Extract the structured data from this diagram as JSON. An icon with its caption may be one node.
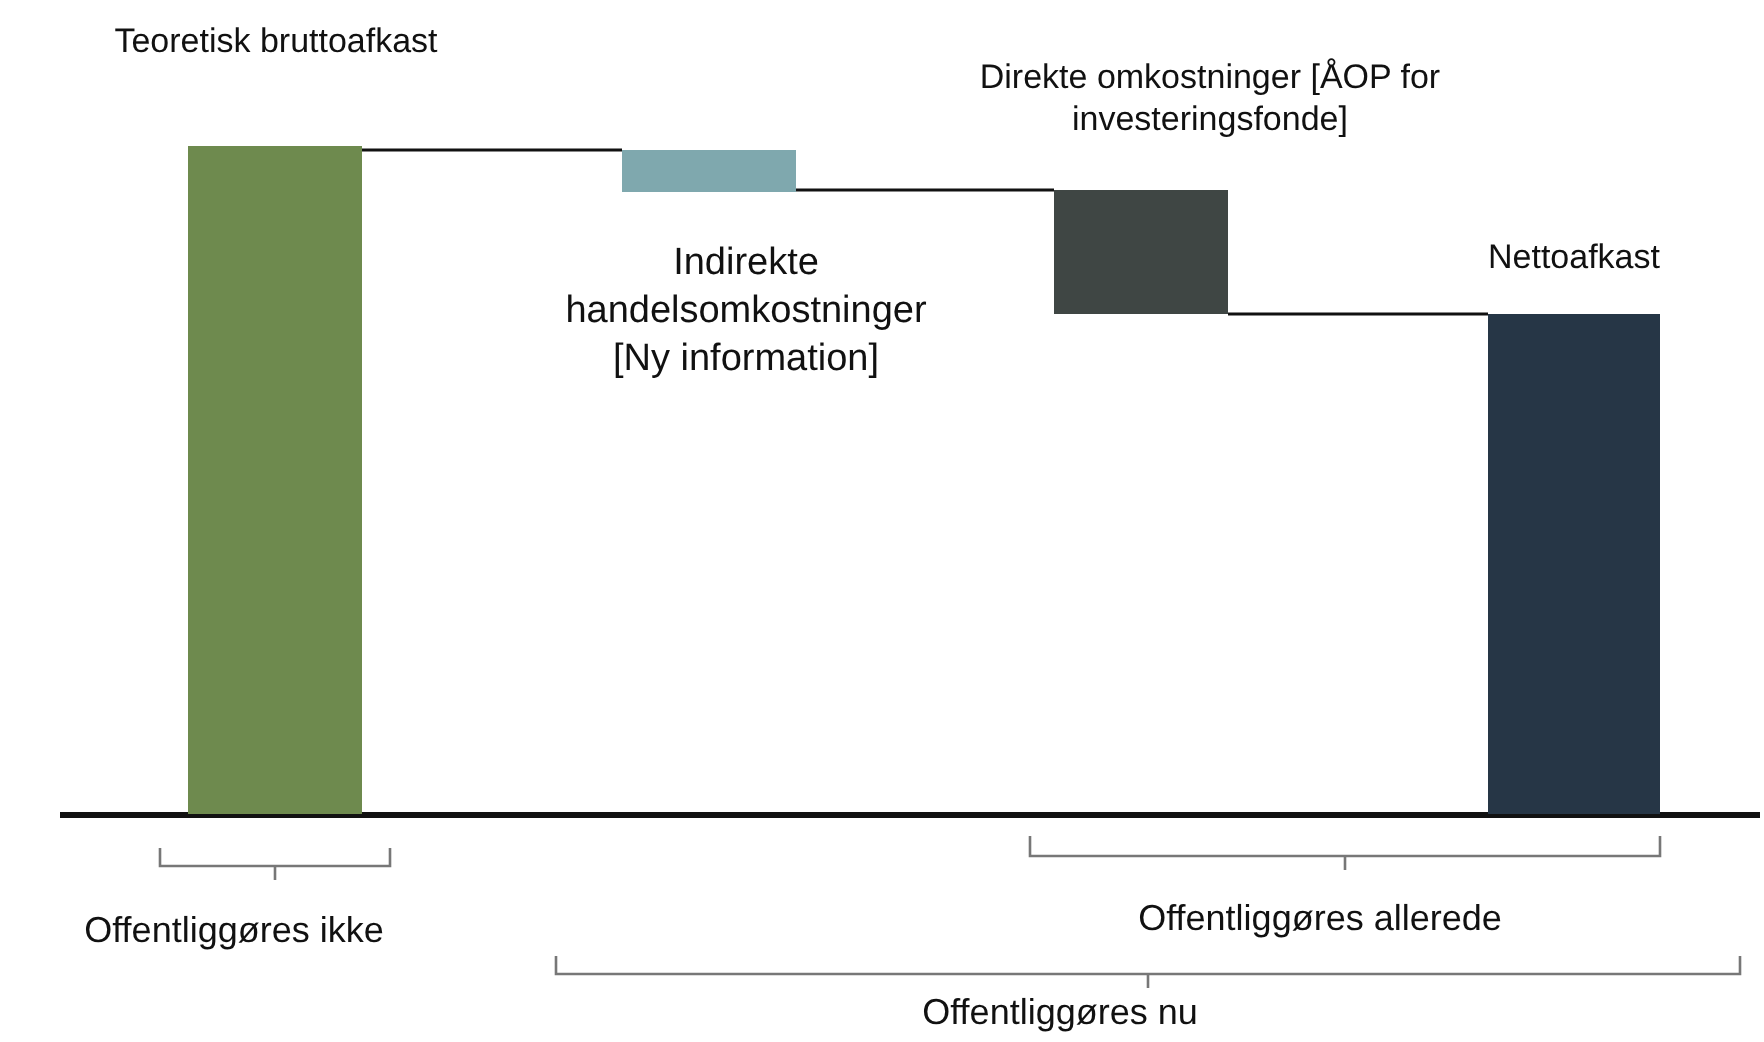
{
  "diagram": {
    "nodes": [
      {
        "text": [],
        "shape": "bar",
        "beside": [
          "Teoretisk bruttoafkast"
        ]
      },
      {
        "text": [],
        "shape": "bar",
        "beside": [
          "Indirekte handelsomkostninger [Ny information]"
        ]
      },
      {
        "text": [],
        "shape": "bar",
        "beside": [
          "Direkte omkostninger [ÅOP for investeringsfonde]"
        ]
      },
      {
        "text": [],
        "shape": "bar",
        "beside": [
          "Nettoafkast"
        ]
      }
    ],
    "edges": [
      {
        "from": 0,
        "to": 1,
        "arrow": "none"
      },
      {
        "from": 1,
        "to": 2,
        "arrow": "none"
      },
      {
        "from": 2,
        "to": 3,
        "arrow": "none"
      }
    ],
    "labels": [
      "Offentliggøres ikke",
      "Offentliggøres allerede",
      "Offentliggøres nu"
    ]
  }
}
